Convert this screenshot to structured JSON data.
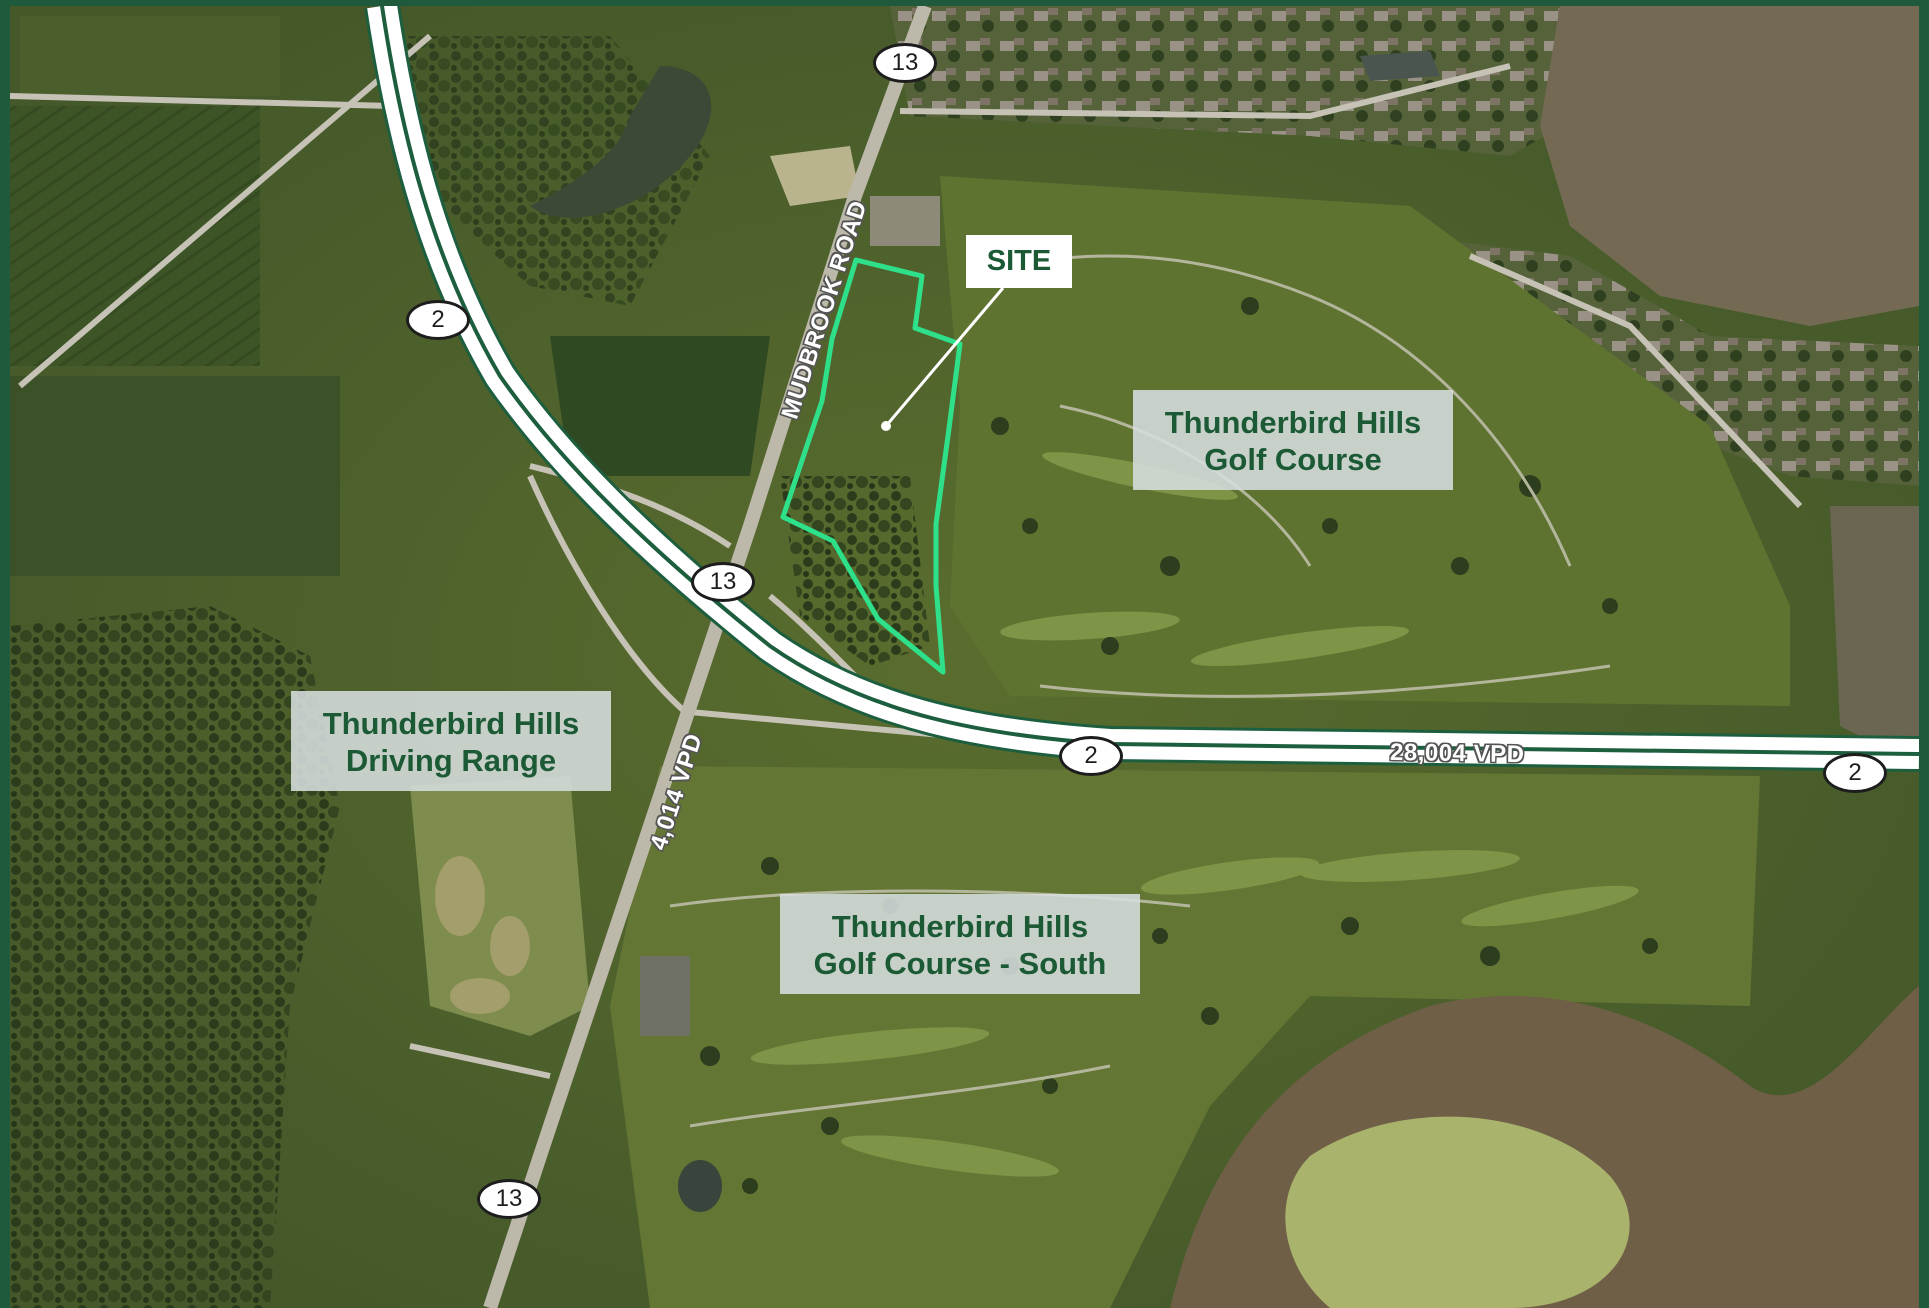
{
  "map": {
    "site_label": "SITE",
    "areas": [
      {
        "line1": "Thunderbird Hills",
        "line2": "Golf Course"
      },
      {
        "line1": "Thunderbird Hills",
        "line2": "Driving Range"
      },
      {
        "line1": "Thunderbird Hills",
        "line2": "Golf Course - South"
      }
    ],
    "road_labels": {
      "mudbrook_road": "MUDBROOK ROAD",
      "traffic_route2": "28,004 VPD",
      "traffic_route13": "4,014 VPD"
    },
    "route_shields": [
      "13",
      "2",
      "13",
      "2",
      "2",
      "13"
    ],
    "colors": {
      "frame": "#1f5a3c",
      "site_boundary": "#2fe08a",
      "highway_casing": "#1d5e3e",
      "label_text": "#1c5a36"
    }
  }
}
